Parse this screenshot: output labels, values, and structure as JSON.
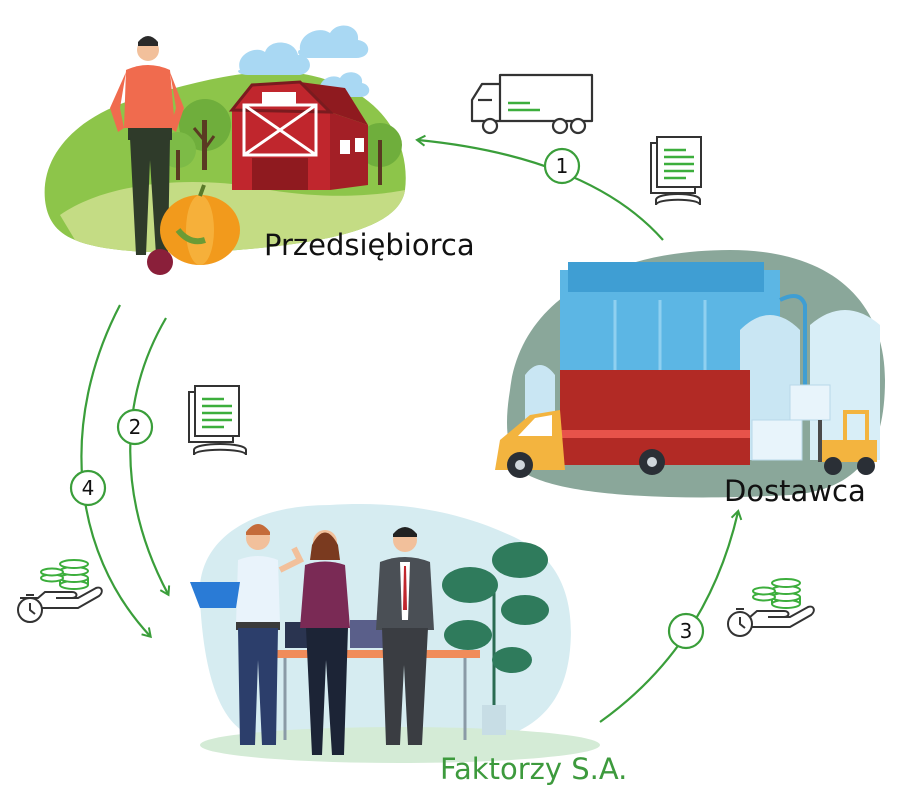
{
  "nodes": {
    "przedsiebiorca": {
      "label": "Przedsiębiorca"
    },
    "dostawca": {
      "label": "Dostawca"
    },
    "faktorzy": {
      "label": "Faktorzy S.A."
    }
  },
  "steps": [
    {
      "number": "1"
    },
    {
      "number": "2"
    },
    {
      "number": "3"
    },
    {
      "number": "4"
    }
  ],
  "colors": {
    "arrow_green": "#3a9e3a",
    "label_dark": "#111111",
    "label_green": "#3d9a3d",
    "icon_dark": "#333333",
    "icon_green": "#3cae3c"
  },
  "icons": [
    "truck-icon",
    "document-icon",
    "money-hand-clock-icon"
  ]
}
